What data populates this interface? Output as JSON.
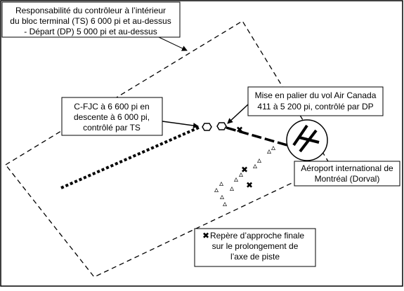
{
  "diagram": {
    "tsdp_box": {
      "lines": [
        "Responsabilité du contrôleur à l’intérieur",
        "du bloc terminal (TS) 6 000 pi et au-dessus",
        "- Départ (DP) 5 000 pi et au-dessus"
      ]
    },
    "fjc_box": {
      "lines": [
        "C-FJC à 6 600 pi en",
        "descente à 6 000 pi,",
        "contrôlé par TS"
      ]
    },
    "aircanada_box": {
      "lines": [
        "Mise en palier du vol Air Canada",
        "411 à 5 200 pi, contrôlé par DP"
      ]
    },
    "airport_label": {
      "lines": [
        "Aéroport international de",
        "Montréal (Dorval)"
      ]
    },
    "legend": {
      "symbol": "✖",
      "lines": [
        "Repère d’approche finale",
        "sur le prolongement de",
        "l’axe de piste"
      ]
    },
    "colors": {
      "ink": "#000000",
      "background": "#ffffff"
    },
    "icons": [
      "hexagon-aircraft-icon",
      "cross-marker-icon",
      "runway-circle-icon"
    ]
  }
}
